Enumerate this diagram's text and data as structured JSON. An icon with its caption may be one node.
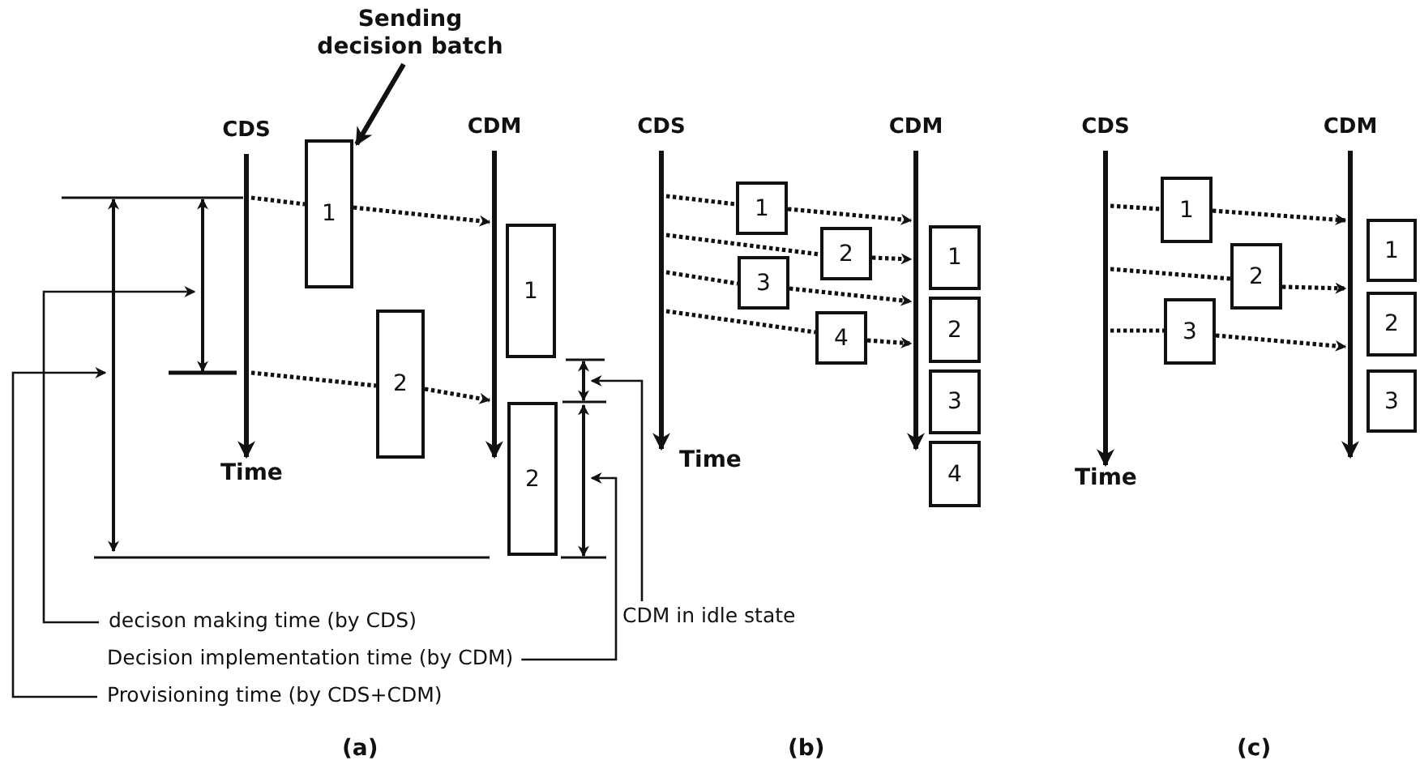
{
  "diagram": {
    "nodes": [
      {
        "text": [
          "Sending decision batch"
        ]
      },
      {
        "text": [
          "CDS"
        ],
        "beside": [
          "Time"
        ]
      },
      {
        "text": [
          "1"
        ]
      },
      {
        "text": [
          "2"
        ]
      },
      {
        "text": [
          "CDM"
        ]
      },
      {
        "text": [
          "1"
        ]
      },
      {
        "text": [
          "2"
        ]
      },
      {
        "text": [
          "CDS"
        ],
        "beside": [
          "Time"
        ]
      },
      {
        "text": [
          "1"
        ]
      },
      {
        "text": [
          "2"
        ]
      },
      {
        "text": [
          "3"
        ]
      },
      {
        "text": [
          "4"
        ]
      },
      {
        "text": [
          "CDM"
        ]
      },
      {
        "text": [
          "1"
        ]
      },
      {
        "text": [
          "2"
        ]
      },
      {
        "text": [
          "3"
        ]
      },
      {
        "text": [
          "4"
        ]
      },
      {
        "text": [
          "CDS"
        ],
        "beside": [
          "Time"
        ]
      },
      {
        "text": [
          "1"
        ]
      },
      {
        "text": [
          "2"
        ]
      },
      {
        "text": [
          "3"
        ]
      },
      {
        "text": [
          "CDM"
        ]
      },
      {
        "text": [
          "1"
        ]
      },
      {
        "text": [
          "2"
        ]
      },
      {
        "text": [
          "3"
        ]
      },
      {
        "text": [
          "CDM in idle state"
        ]
      },
      {
        "text": [
          "decison making time (by CDS)"
        ]
      },
      {
        "text": [
          "Decision implementation time (by CDM)"
        ]
      },
      {
        "text": [
          "Provisioning time (by CDS+CDM)"
        ]
      },
      {
        "text": [],
        "shape": "bar"
      },
      {
        "text": [],
        "shape": "bar"
      },
      {
        "text": [],
        "shape": "bar"
      },
      {
        "text": [],
        "shape": "bar"
      }
    ],
    "edges": [
      {
        "from": 0,
        "to": 2,
        "arrow": "to"
      },
      {
        "from": 1,
        "to": 2,
        "arrow": "none",
        "style": "dashed"
      },
      {
        "from": 2,
        "to": 4,
        "arrow": "to",
        "style": "dashed"
      },
      {
        "from": 1,
        "to": 3,
        "arrow": "none",
        "style": "dashed"
      },
      {
        "from": 3,
        "to": 4,
        "arrow": "to",
        "style": "dashed"
      },
      {
        "from": 7,
        "to": 8,
        "arrow": "none",
        "style": "dashed"
      },
      {
        "from": 8,
        "to": 12,
        "arrow": "to",
        "style": "dashed"
      },
      {
        "from": 7,
        "to": 9,
        "arrow": "none",
        "style": "dashed"
      },
      {
        "from": 9,
        "to": 12,
        "arrow": "to",
        "style": "dashed"
      },
      {
        "from": 7,
        "to": 10,
        "arrow": "none",
        "style": "dashed"
      },
      {
        "from": 10,
        "to": 12,
        "arrow": "to",
        "style": "dashed"
      },
      {
        "from": 7,
        "to": 11,
        "arrow": "none",
        "style": "dashed"
      },
      {
        "from": 11,
        "to": 12,
        "arrow": "to",
        "style": "dashed"
      },
      {
        "from": 17,
        "to": 18,
        "arrow": "none",
        "style": "dashed"
      },
      {
        "from": 18,
        "to": 21,
        "arrow": "to",
        "style": "dashed"
      },
      {
        "from": 17,
        "to": 19,
        "arrow": "none",
        "style": "dashed"
      },
      {
        "from": 19,
        "to": 21,
        "arrow": "to",
        "style": "dashed"
      },
      {
        "from": 17,
        "to": 20,
        "arrow": "none",
        "style": "dashed"
      },
      {
        "from": 20,
        "to": 21,
        "arrow": "to",
        "style": "dashed"
      },
      {
        "from": 25,
        "to": 31,
        "arrow": "to"
      },
      {
        "from": 26,
        "to": 30,
        "arrow": "to"
      },
      {
        "from": 27,
        "to": 32,
        "arrow": "to"
      },
      {
        "from": 28,
        "to": 29,
        "arrow": "to"
      }
    ],
    "labels": [
      "(a)",
      "(b)",
      "(c)"
    ]
  }
}
